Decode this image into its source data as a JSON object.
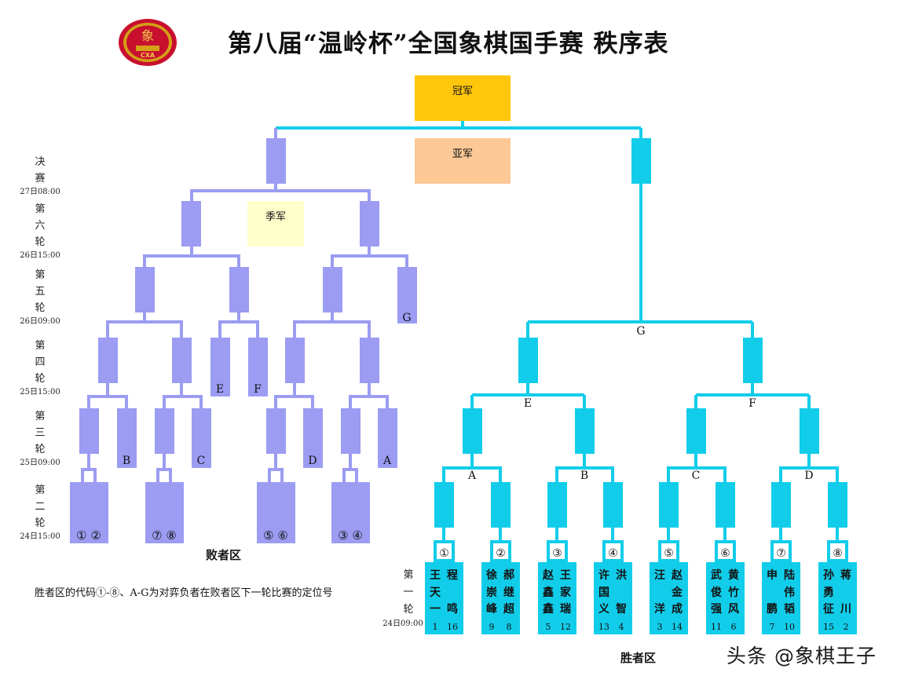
{
  "title": "第八届“温岭杯”全国象棋国手赛 秩序表",
  "logo": {
    "text": "CXA",
    "glyph": "象",
    "ring_color": "#c8102e",
    "gold": "#d4a017"
  },
  "colors": {
    "losers": "#9b9cf2",
    "winners": "#12cdea",
    "champion": "#ffc60b",
    "runner_up": "#fcc896",
    "third": "#ffffcc"
  },
  "places": {
    "champion": "冠军",
    "runner_up": "亚军",
    "third": "季军"
  },
  "rounds": [
    {
      "name": [
        "决",
        "赛"
      ],
      "time": "27日08:00"
    },
    {
      "name": [
        "第",
        "六",
        "轮"
      ],
      "time": "26日15:00"
    },
    {
      "name": [
        "第",
        "五",
        "轮"
      ],
      "time": "26日09:00"
    },
    {
      "name": [
        "第",
        "四",
        "轮"
      ],
      "time": "25日15:00"
    },
    {
      "name": [
        "第",
        "三",
        "轮"
      ],
      "time": "25日09:00"
    },
    {
      "name": [
        "第",
        "二",
        "轮"
      ],
      "time": "24日15:00"
    }
  ],
  "round1": {
    "name": [
      "第",
      "一",
      "轮"
    ],
    "time": "24日09:00"
  },
  "losers_labels": {
    "r5": "G",
    "r4": [
      "E",
      "F"
    ],
    "r3": [
      "B",
      "C",
      "D",
      "A"
    ],
    "r2": [
      "① ②",
      "⑦ ⑧",
      "⑤ ⑥",
      "③ ④"
    ]
  },
  "winners_labels": {
    "r5": "G",
    "r4": [
      "E",
      "F"
    ],
    "r3": [
      "A",
      "B",
      "C",
      "D"
    ],
    "r2": [
      "①",
      "②",
      "③",
      "④",
      "⑤",
      "⑥",
      "⑦",
      "⑧"
    ]
  },
  "players": [
    {
      "name": "王天一",
      "seed": "1"
    },
    {
      "name": "程鸣",
      "seed": "16"
    },
    {
      "name": "徐崇峰",
      "seed": "9"
    },
    {
      "name": "郝继超",
      "seed": "8"
    },
    {
      "name": "赵鑫鑫",
      "seed": "5"
    },
    {
      "name": "王家瑞",
      "seed": "12"
    },
    {
      "name": "许国义",
      "seed": "13"
    },
    {
      "name": "洪智",
      "seed": "4"
    },
    {
      "name": "汪洋",
      "seed": "3"
    },
    {
      "name": "赵金成",
      "seed": "14"
    },
    {
      "name": "武俊强",
      "seed": "11"
    },
    {
      "name": "黄竹风",
      "seed": "6"
    },
    {
      "name": "申鹏",
      "seed": "7"
    },
    {
      "name": "陆伟韬",
      "seed": "10"
    },
    {
      "name": "孙勇征",
      "seed": "15"
    },
    {
      "name": "蒋川",
      "seed": "2"
    }
  ],
  "losers_area": "败者区",
  "winners_area": "胜者区",
  "legend": "胜者区的代码①-⑧、A-G为对弈负者在败者区下一轮比赛的定位号",
  "watermark": "头条 @象棋王子"
}
